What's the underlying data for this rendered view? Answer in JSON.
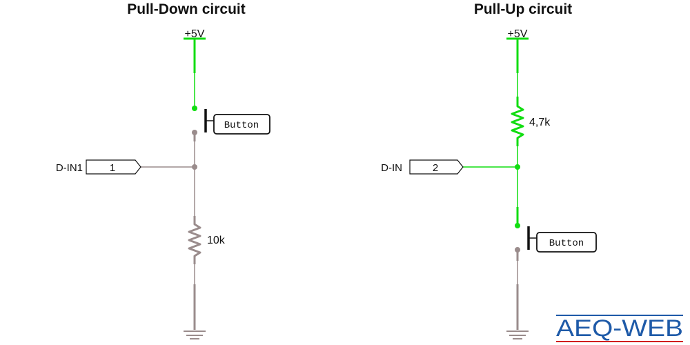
{
  "pulldown": {
    "title": "Pull-Down circuit",
    "supply": "+5V",
    "button": "Button",
    "net_label": "D-IN1",
    "pin": "1",
    "resistor": "10k"
  },
  "pullup": {
    "title": "Pull-Up circuit",
    "supply": "+5V",
    "resistor": "4,7k",
    "net_label": "D-IN",
    "pin": "2",
    "button": "Button"
  },
  "logo": {
    "text": "AEQ-WEB"
  },
  "colors": {
    "active_wire": "#11dd11",
    "inactive_wire": "#9a8c8c",
    "logo_text": "#1e5aa8",
    "logo_line_top": "#1e5aa8",
    "logo_line_bottom": "#d21e1e"
  }
}
